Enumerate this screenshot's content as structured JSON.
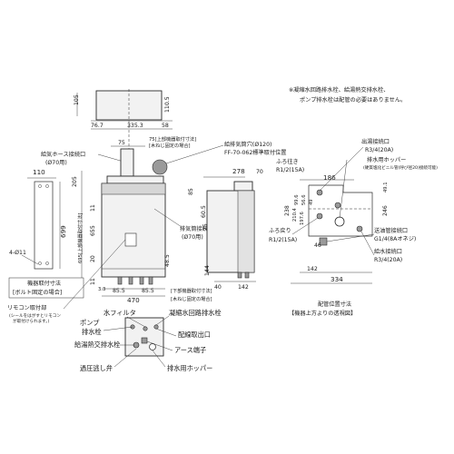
{
  "notes": {
    "line1": "※凝縮水回路排水栓、給湯熱交排水栓、",
    "line2": "ポンプ排水栓は配管の必要はありません。"
  },
  "front": {
    "dims_top": {
      "d105": "105",
      "d110_5": "110.5",
      "d76_7": "76.7",
      "d335_3": "335.3",
      "d58": "58",
      "d75": "75"
    },
    "top_bracket": "75[上部機器取付寸法]",
    "top_bracket2": "[木ねじ固定の場合]",
    "hose_label": "給気ホース接続口",
    "hose_dia": "(Ø70用)",
    "flue_label": "給排気筒穴(Ø120)",
    "flue_std": "FF-70-062標準取付位置",
    "exhaust_label": "排気筒接続口",
    "exhaust_dia": "(Ø70用)",
    "left_dims": {
      "d205": "205",
      "d655": "655",
      "d695": "695[上部機器取付寸法]",
      "d11": "11",
      "d20": "20",
      "d48_5": "48.5",
      "d11b": "11",
      "d3_3": "3.3"
    },
    "bottom_dims": {
      "d85_5a": "85.5",
      "d85_5b": "85.5",
      "d470": "470"
    },
    "bottom_bracket": "[下部機器取付寸法]",
    "bottom_bracket2": "[木ねじ固定の場合]"
  },
  "side": {
    "d278": "278",
    "d70": "70",
    "d85": "85",
    "d60_5": "60.5",
    "d25": "25",
    "d144": "144",
    "d40": "40",
    "d142": "142"
  },
  "bracket": {
    "d110": "110",
    "d699": "699",
    "d4_11": "4-Ø11",
    "caption1": "機器取付寸法",
    "caption2": "[ボルト固定の場合]"
  },
  "remote": {
    "title": "リモコン取付部",
    "note1": "(シールをはがすとリモコン",
    "note2": "が取付けられます。)"
  },
  "piping": {
    "outlet_label": "出湯接続口",
    "outlet_size": "R3/4(20A)",
    "cap_label": "ふろ往き",
    "cap_size": "R1/2(15A)",
    "drain_hopper_label": "排水用ホッパー",
    "drain_hopper_note": "(硬質塩化ビニル管(呼び径20)接続可能)",
    "return_label": "ふろ戻り",
    "return_size": "R1/2(15A)",
    "gas_label": "送油管接続口",
    "gas_size": "G1/4(8Aオネジ)",
    "water_label": "給水接続口",
    "water_size": "R3/4(20A)",
    "dims": {
      "d186": "186",
      "d99_6": "99.6",
      "d56_6": "56.6",
      "d49": "49",
      "d210_4": "210.4",
      "d197_6": "197.6",
      "d238": "238",
      "d246": "246",
      "d46": "46",
      "d142": "142",
      "d334": "334",
      "d491": "49.1"
    },
    "caption1": "配管位置寸法",
    "caption2": "【機器上方よりの透視図】"
  },
  "bottom_view": {
    "pump_drain": "ポンプ",
    "pump_drain2": "排水栓",
    "water_filter": "水フィルタ",
    "cond_drain": "凝縮水回路排水栓",
    "hx_drain": "給湯熱交排水栓",
    "wiring": "配線取出口",
    "earth": "アース端子",
    "relief": "過圧逃し弁",
    "hopper": "排水用ホッパー"
  }
}
